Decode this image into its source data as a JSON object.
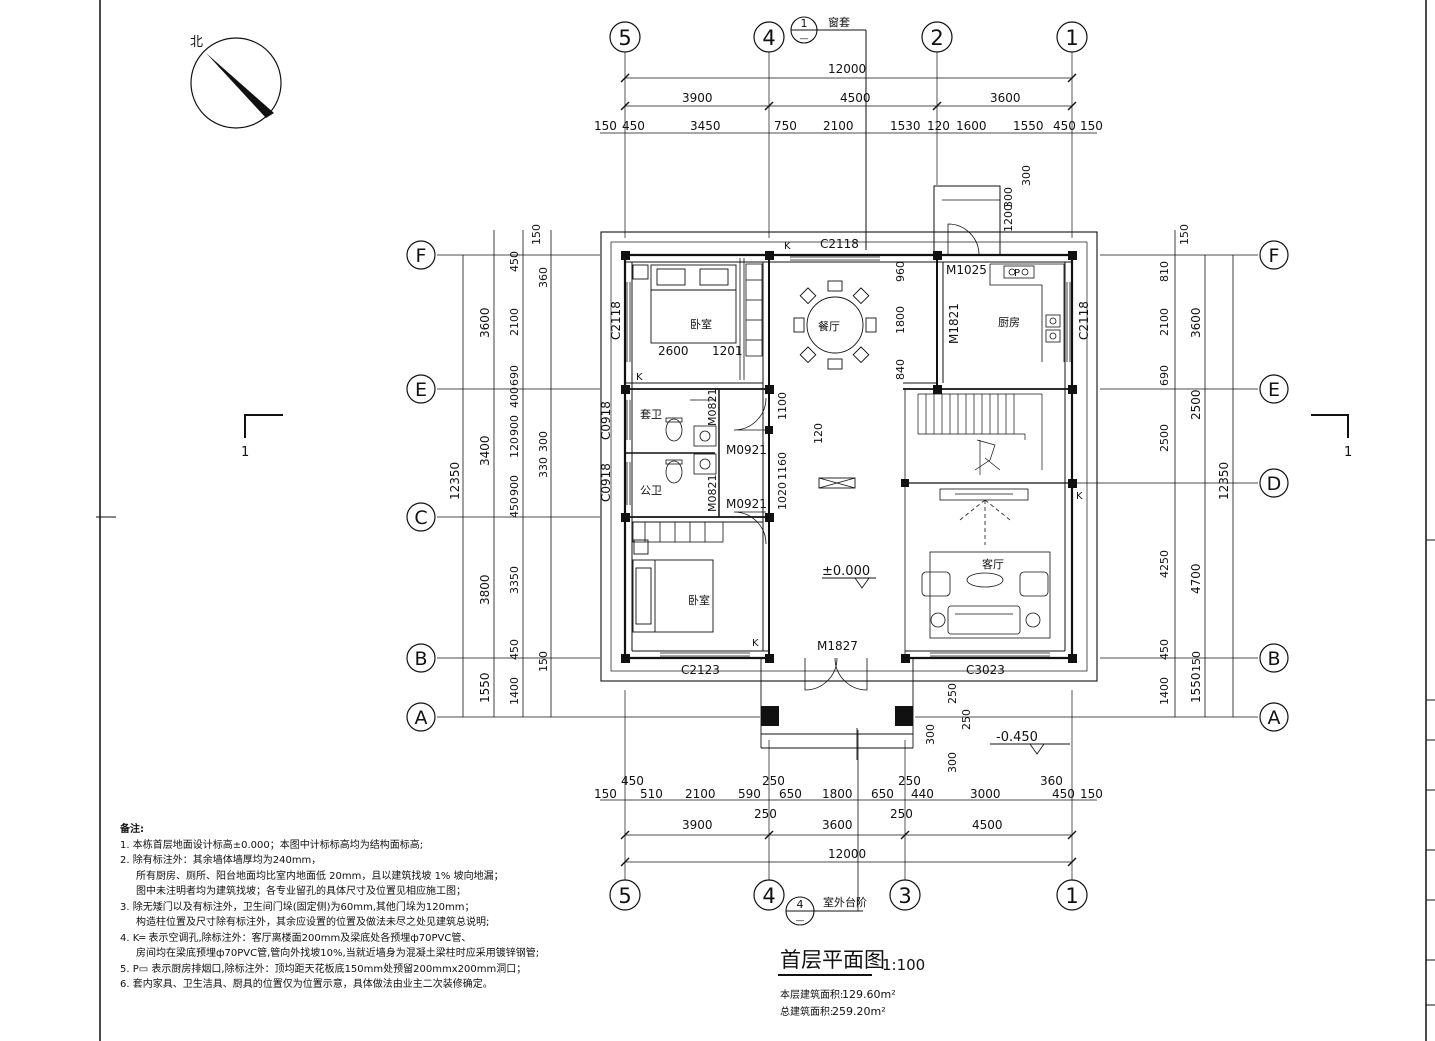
{
  "drawing": {
    "title": "首层平面图",
    "scale": "1:100",
    "area_label": "本层建筑面积:",
    "area_value": "129.60m²",
    "total_label": "总建筑面积:",
    "total_value": "259.20m²",
    "north": "北",
    "section_mark": "1"
  },
  "axes": {
    "top": [
      "5",
      "4",
      "2",
      "1"
    ],
    "bottom": [
      "5",
      "4",
      "3",
      "1"
    ],
    "left": [
      "F",
      "E",
      "C",
      "B",
      "A"
    ],
    "right": [
      "F",
      "E",
      "D",
      "B",
      "A"
    ]
  },
  "callouts": {
    "top": {
      "num": "1",
      "den": "—",
      "text": "窗套"
    },
    "bottom": {
      "num": "4",
      "den": "—",
      "text": "室外台阶"
    }
  },
  "dims": {
    "top_total": "12000",
    "top_mid": [
      "3900",
      "4500",
      "3600"
    ],
    "top_detail": [
      "150",
      "450",
      "3450",
      "750",
      "2100",
      "1530",
      "120",
      "1600",
      "1550",
      "450",
      "150"
    ],
    "bottom_detail": [
      "150",
      "450",
      "510",
      "2100",
      "590",
      "250",
      "650",
      "1800",
      "650",
      "250",
      "440",
      "3000",
      "360",
      "450",
      "150",
      "250",
      "250"
    ],
    "bottom_mid": [
      "3900",
      "3600",
      "4500"
    ],
    "bottom_total": "12000",
    "left_total": "12350",
    "left_mid": [
      "3600",
      "3400",
      "3800",
      "1550"
    ],
    "left_detail": [
      "150",
      "450",
      "360",
      "2100",
      "690",
      "400",
      "900",
      "120",
      "300",
      "330",
      "900",
      "450",
      "3350",
      "450",
      "150",
      "1400"
    ],
    "right_total": "12350",
    "right_mid": [
      "3600",
      "2500",
      "4700",
      "1550"
    ],
    "right_detail": [
      "150",
      "810",
      "2100",
      "690",
      "2500",
      "4250",
      "450",
      "150",
      "1400"
    ],
    "entry": [
      "250",
      "250",
      "300",
      "300"
    ],
    "misc": [
      "1200",
      "300",
      "300"
    ]
  },
  "rooms": {
    "bedroom1": "卧室",
    "bedroom2": "卧室",
    "dining": "餐厅",
    "kitchen": "厨房",
    "master_bath": "套卫",
    "public_bath": "公卫",
    "living": "客厅"
  },
  "labels": {
    "c2118_top": "C2118",
    "c2118_left": "C2118",
    "c2118_right": "C2118",
    "c0918_a": "C0918",
    "c0918_b": "C0918",
    "c2123": "C2123",
    "c3023": "C3023",
    "m1025": "M1025",
    "m1821": "M1821",
    "m0921_a": "M0921",
    "m0921_b": "M0921",
    "m0821_a": "M0821",
    "m0821_b": "M0821",
    "m1827": "M1827",
    "d2600": "2600",
    "d1201": "1201",
    "d960": "960",
    "d1800": "1800",
    "d840": "840",
    "d1100": "1100",
    "d120": "120",
    "d1160": "1160",
    "d1020": "1020",
    "k": "K",
    "p": "P",
    "level0": "±0.000",
    "level1": "-0.450"
  },
  "notes": {
    "heading": "备注:",
    "items": [
      {
        "num": "1.",
        "lines": [
          "本栋首层地面设计标高±0.000；本图中计标标高均为结构面标高;"
        ]
      },
      {
        "num": "2.",
        "lines": [
          "除有标注外：其余墙体墙厚均为240mm，",
          "所有厨房、厕所、阳台地面均比室内地面低 20mm，且以建筑找坡 1% 坡向地漏；",
          "图中未注明者均为建筑找坡；各专业留孔的具体尺寸及位置见相应施工图；"
        ]
      },
      {
        "num": "3.",
        "lines": [
          "除无矮门以及有标注外，卫生间门垛(固定侧)为60mm,其他门垛为120mm；",
          "构造柱位置及尺寸除有标注外，其余应设置的位置及做法未尽之处见建筑总说明;"
        ]
      },
      {
        "num": "4.",
        "lines": [
          "K═ 表示空调孔,除标注外：客厅离楼面200mm及梁底处各预埋ф70PVC管、",
          "房间均在梁底预埋ф70PVC管,管向外找坡10%,当就近墙身为混凝土梁柱时应采用镀锌钢管;"
        ]
      },
      {
        "num": "5.",
        "lines": [
          "P▭ 表示厨房排烟口,除标注外：顶均距天花板底150mm处预留200mmx200mm洞口；"
        ]
      },
      {
        "num": "6.",
        "lines": [
          "套内家具、卫生洁具、厨具的位置仅为位置示意，具体做法由业主二次装修确定。"
        ]
      }
    ]
  }
}
